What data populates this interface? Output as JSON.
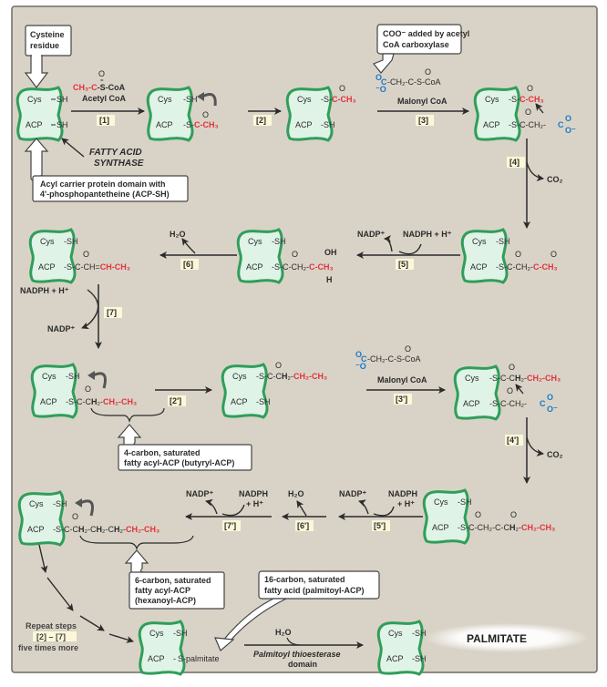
{
  "figure": {
    "title": "Fatty acid synthase reaction cycle",
    "enzyme_label_line1": "FATTY ACID",
    "enzyme_label_line2": "SYNTHASE",
    "product_label": "PALMITATE"
  },
  "callouts": {
    "cysteine": [
      "Cysteine",
      "residue"
    ],
    "acp": [
      "Acyl carrier protein domain with",
      "4'-phosphopantetheine (ACP-SH)"
    ],
    "coo": [
      "COO⁻ added by acetyl",
      "CoA carboxylase"
    ],
    "butyryl": [
      "4-carbon, saturated",
      "fatty acyl-ACP (butyryl-ACP)"
    ],
    "hexanoyl": [
      "6-carbon, saturated",
      "fatty acyl-ACP",
      "(hexanoyl-ACP)"
    ],
    "palmitoyl": [
      "16-carbon, saturated",
      "fatty acid (palmitoyl-ACP)"
    ]
  },
  "enzyme": {
    "cys": "Cys",
    "acp": "ACP",
    "sh": "SH",
    "s": "S",
    "s_palmitate": "S-palmitate"
  },
  "reagents": {
    "acetyl_coa": "Acetyl CoA",
    "malonyl_coa": "Malonyl CoA",
    "malonyl_coa_2": "Malonyl CoA",
    "co2": "CO₂",
    "co2_2": "CO₂",
    "nadp": "NADP⁺",
    "nadph_h": "NADPH + H⁺",
    "h2o": "H₂O",
    "nadph": "NADPH",
    "plus_h": "+ H⁺",
    "thioesterase_line1": "Palmitoyl thioesterase",
    "thioesterase_line2": "domain"
  },
  "steps": {
    "s1": "[1]",
    "s2": "[2]",
    "s3": "[3]",
    "s4": "[4]",
    "s5": "[5]",
    "s6": "[6]",
    "s7": "[7]",
    "s2p": "[2']",
    "s3p": "[3']",
    "s4p": "[4']",
    "s5p": "[5']",
    "s6p": "[6']",
    "s7p": "[7']"
  },
  "repeat_note": [
    "Repeat steps",
    "[2] – [7]",
    "five times more"
  ],
  "colors": {
    "panel_bg": "#d9d3c7",
    "enzyme_fill": "#dff3e6",
    "enzyme_stroke": "#2f9e5a",
    "acetyl_red": "#e0323c",
    "carboxyl_blue": "#1a78c8",
    "step_badge": "#fbf7d8"
  }
}
